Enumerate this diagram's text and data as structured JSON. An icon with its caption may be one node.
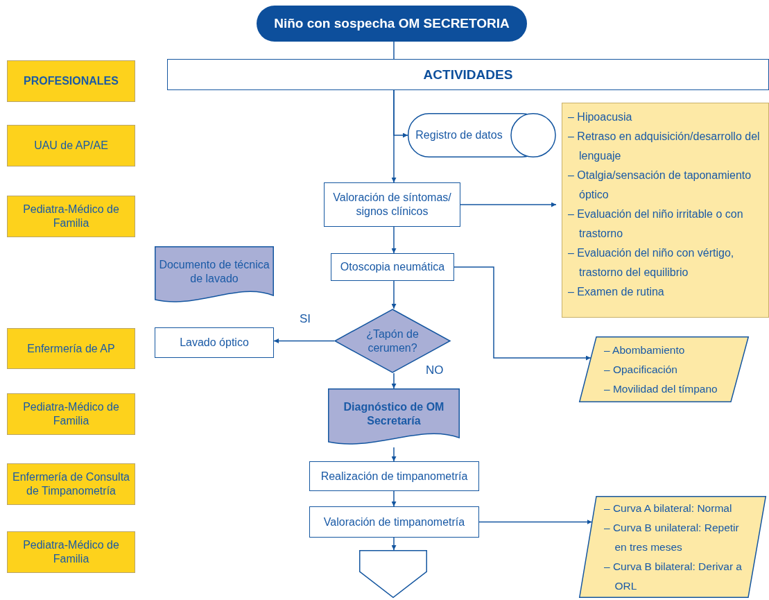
{
  "diagram": {
    "nodes": [
      {
        "text": [
          "Niño con sospecha OM SECRETORIA"
        ]
      },
      {
        "text": [
          "PROFESIONALES"
        ]
      },
      {
        "text": [
          "ACTIVIDADES"
        ]
      },
      {
        "text": [
          "UAU de AP/AE"
        ]
      },
      {
        "text": [
          "Registro de datos"
        ]
      },
      {
        "text": [
          "– Hipoacusia",
          "– Retraso en adquisición/desarrollo del lenguaje",
          "– Otalgia/sensación de taponamiento óptico",
          "– Evaluación del niño irritable o con trastorno",
          "– Evaluación del niño con vértigo, trastorno del equilibrio",
          "– Examen de rutina"
        ]
      },
      {
        "text": [
          "Pediatra-Médico de Familia"
        ]
      },
      {
        "text": [
          "Valoración de síntomas/ signos clínicos"
        ]
      },
      {
        "text": [
          "Documento de técnica de lavado"
        ]
      },
      {
        "text": [
          "Otoscopia neumática"
        ]
      },
      {
        "text": [
          "¿Tapón de cerumen?"
        ]
      },
      {
        "text": [
          "Enfermería de AP"
        ]
      },
      {
        "text": [
          "Lavado óptico"
        ]
      },
      {
        "text": [
          "– Abombamiento",
          "– Opacificación",
          "– Movilidad del tímpano"
        ]
      },
      {
        "text": [
          "Diagnóstico de OM Secretaría"
        ]
      },
      {
        "text": [
          "Pediatra-Médico de Familia"
        ]
      },
      {
        "text": [
          "Enfermería de Consulta de Timpanometría"
        ]
      },
      {
        "text": [
          "Realización de timpanometría"
        ]
      },
      {
        "text": [
          "Valoración de timpanometría"
        ]
      },
      {
        "text": [
          "– Curva A bilateral: Normal",
          "– Curva B unilateral: Repetir en tres meses",
          "– Curva B bilateral: Derivar a ORL"
        ]
      },
      {
        "text": [
          "Pediatra-Médico de Familia"
        ]
      },
      {
        "text": [],
        "shape": "pentagon"
      }
    ],
    "edges": [
      {
        "from": 0,
        "to": 2,
        "arrow": "none"
      },
      {
        "from": 2,
        "to": 7,
        "arrow": "to"
      },
      {
        "from": 2,
        "to": 4,
        "arrow": "to"
      },
      {
        "from": 7,
        "to": 5,
        "arrow": "to"
      },
      {
        "from": 7,
        "to": 9,
        "arrow": "to"
      },
      {
        "from": 9,
        "to": 10,
        "arrow": "to"
      },
      {
        "from": 9,
        "to": 13,
        "arrow": "to"
      },
      {
        "from": 10,
        "to": 12,
        "arrow": "to",
        "label": "SI"
      },
      {
        "from": 10,
        "to": 14,
        "arrow": "to",
        "label": "NO"
      },
      {
        "from": 14,
        "to": 17,
        "arrow": "to"
      },
      {
        "from": 17,
        "to": 18,
        "arrow": "to"
      },
      {
        "from": 18,
        "to": 21,
        "arrow": "to"
      },
      {
        "from": 18,
        "to": 19,
        "arrow": "to"
      }
    ]
  }
}
